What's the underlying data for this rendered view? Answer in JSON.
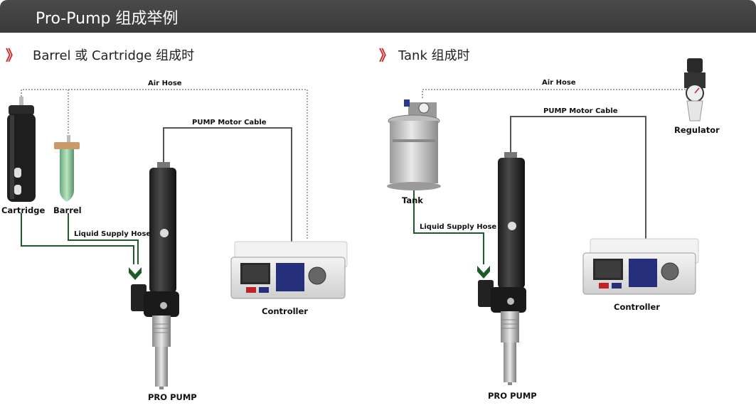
{
  "header": {
    "title": "Pro-Pump  组成举例"
  },
  "left": {
    "section_title": "Barrel 或 Cartridge 组成时",
    "labels": {
      "air_hose": "Air Hose",
      "pump_motor_cable": "PUMP Motor Cable",
      "cartridge": "Cartridge",
      "barrel": "Barrel",
      "liquid_supply_hose": "Liquid Supply Hose",
      "controller": "Controller",
      "pro_pump": "PRO PUMP"
    }
  },
  "right": {
    "section_title": "Tank 组成时",
    "labels": {
      "air_hose": "Air Hose",
      "pump_motor_cable": "PUMP Motor Cable",
      "regulator": "Regulator",
      "tank": "Tank",
      "liquid_supply_hose": "Liquid Supply Hose",
      "controller": "Controller",
      "pro_pump": "PRO PUMP"
    }
  },
  "chevron": "》",
  "colors": {
    "accent": "#d0262b",
    "header": "#3f3f3f",
    "hose_green": "#1f5a2a",
    "cable": "#555555"
  }
}
